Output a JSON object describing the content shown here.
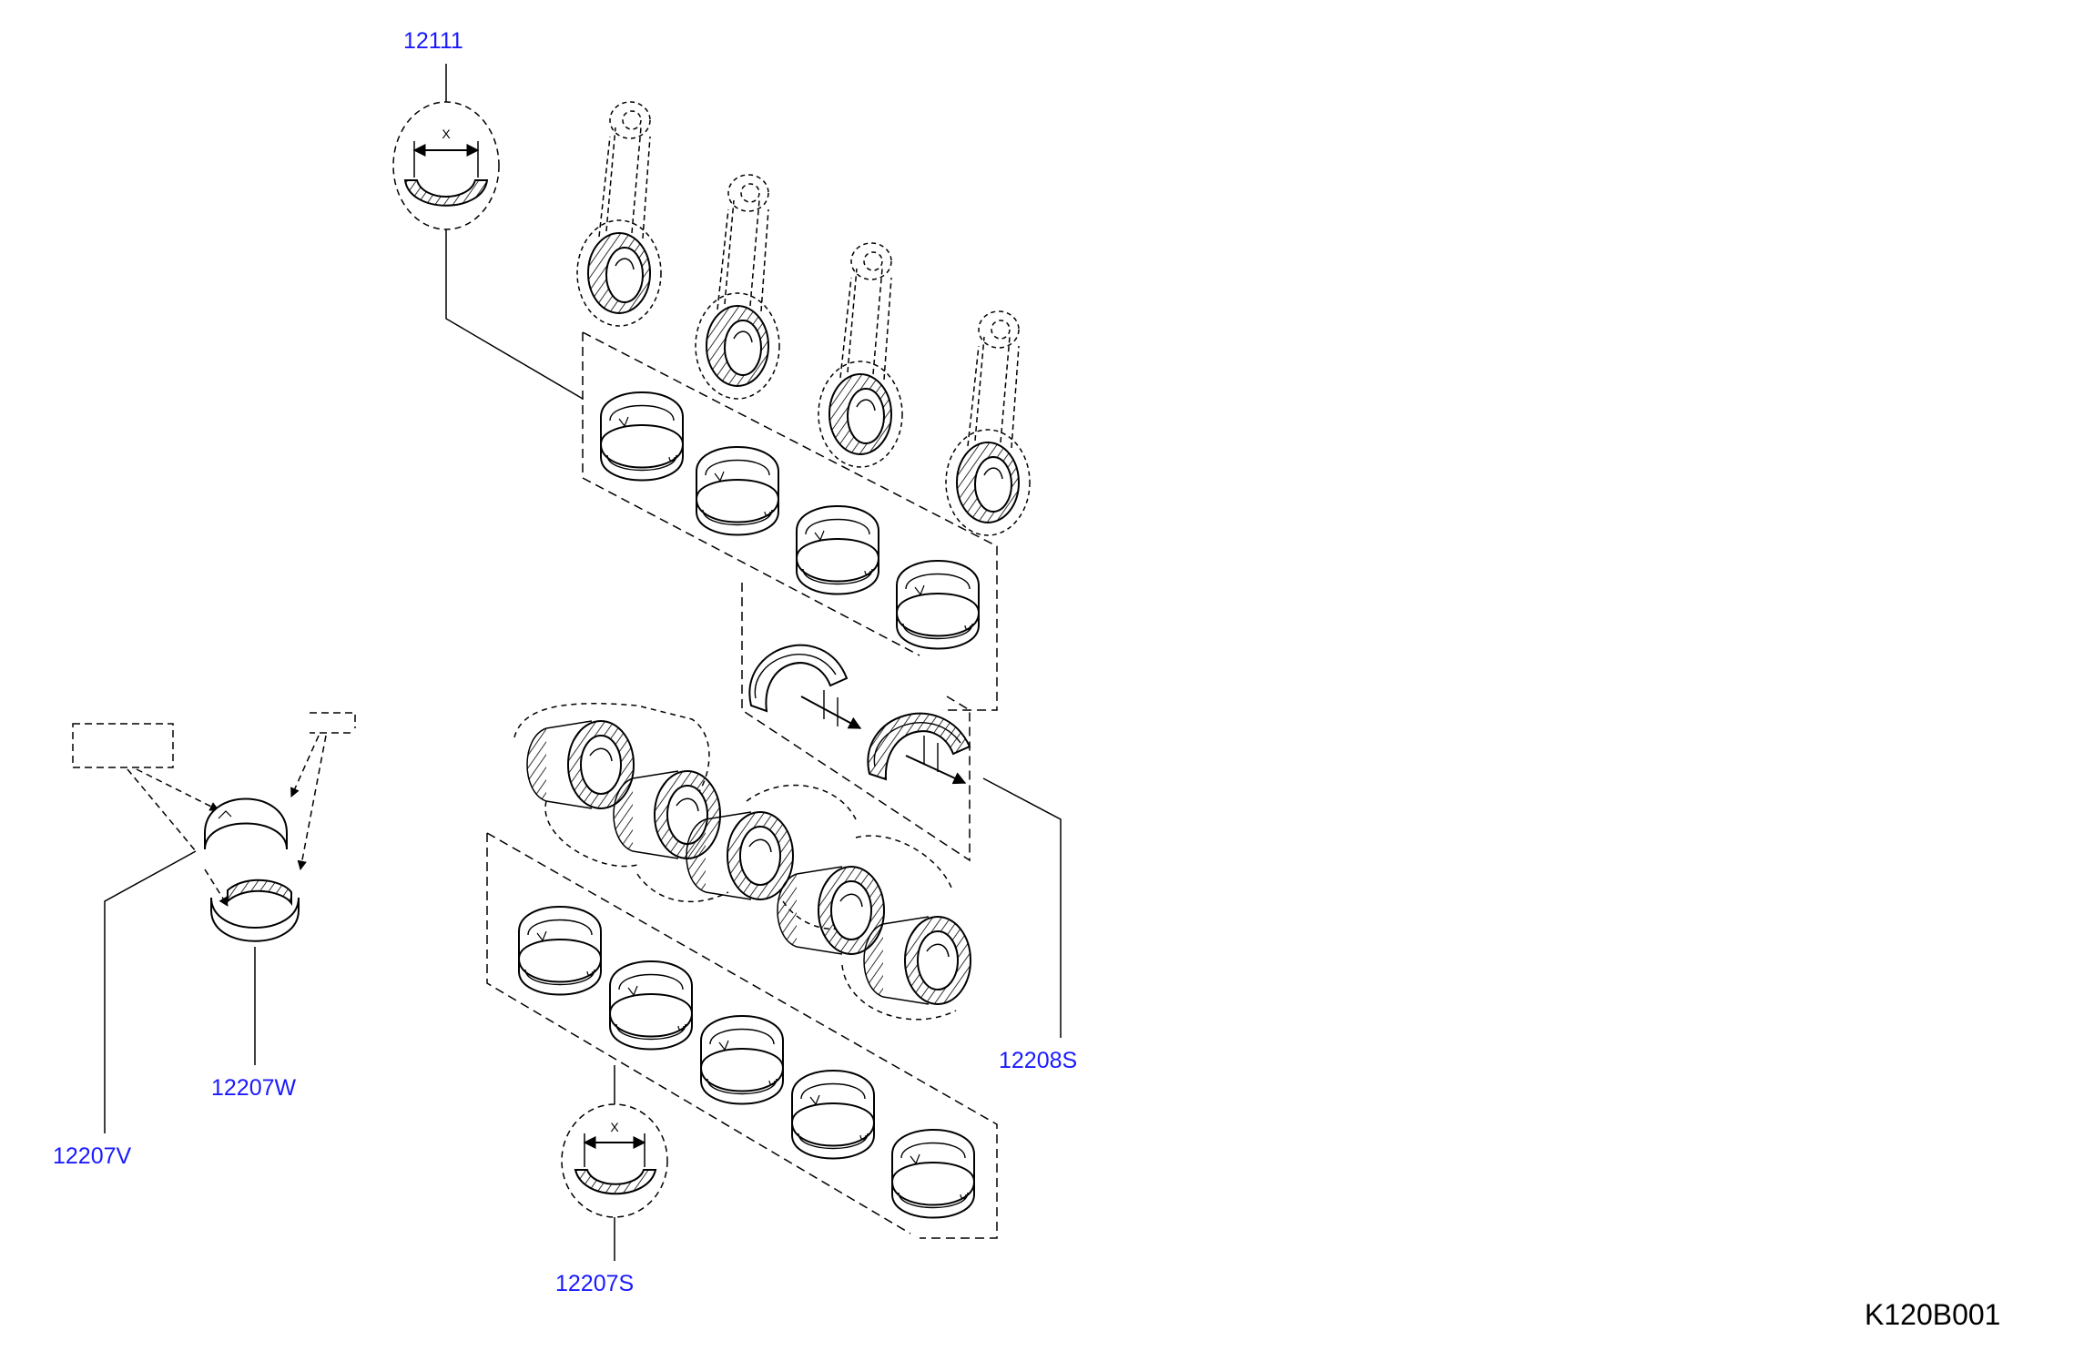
{
  "callouts": {
    "conrod_bearing": "12111",
    "thrust_washer": "12208S",
    "main_bearing_upper": "12207W",
    "main_bearing_lower": "12207V",
    "main_bearing_set": "12207S"
  },
  "dimension_mark": "X",
  "diagram_code": "K120B001"
}
